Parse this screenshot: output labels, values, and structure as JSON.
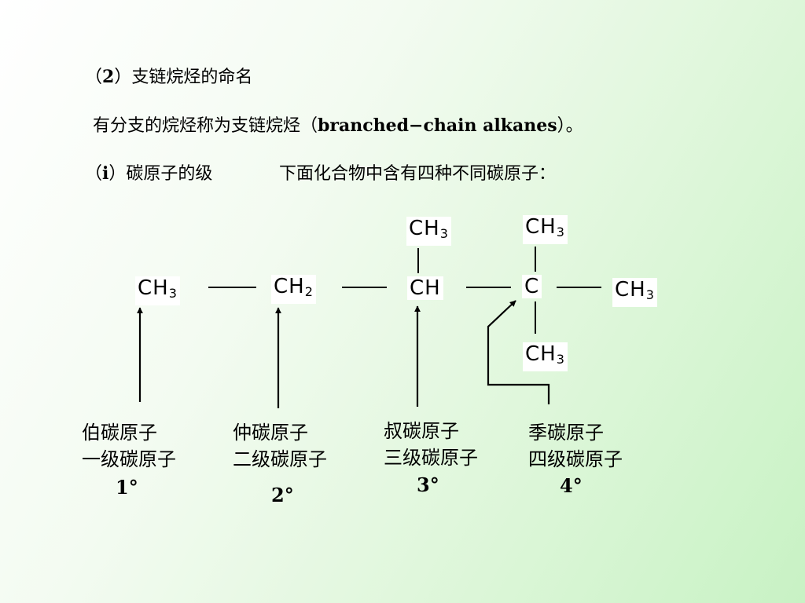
{
  "heading": {
    "num": "2",
    "text": "支链烷烃的命名"
  },
  "definition": {
    "prefix": "有分支的烷烃称为支链烷烃（",
    "english": "branched−chain alkanes",
    "suffix": "）。"
  },
  "subheading": {
    "num": "i",
    "text": "碳原子的级"
  },
  "description": "下面化合物中含有四种不同碳原子：",
  "structure": {
    "ch3_left": "CH",
    "ch2": "CH",
    "ch_mid": "CH",
    "c_quat": "C",
    "ch3_right": "CH",
    "ch3_top_a": "CH",
    "ch3_top_b": "CH",
    "ch3_bottom": "CH",
    "sub3": "3",
    "sub2": "2"
  },
  "labels": [
    {
      "line1": "伯碳原子",
      "line2": "一级碳原子",
      "degree": "1°"
    },
    {
      "line1": "仲碳原子",
      "line2": "二级碳原子",
      "degree": "2°"
    },
    {
      "line1": "叔碳原子",
      "line2": "三级碳原子",
      "degree": "3°"
    },
    {
      "line1": "季碳原子",
      "line2": "四级碳原子",
      "degree": "4°"
    }
  ]
}
